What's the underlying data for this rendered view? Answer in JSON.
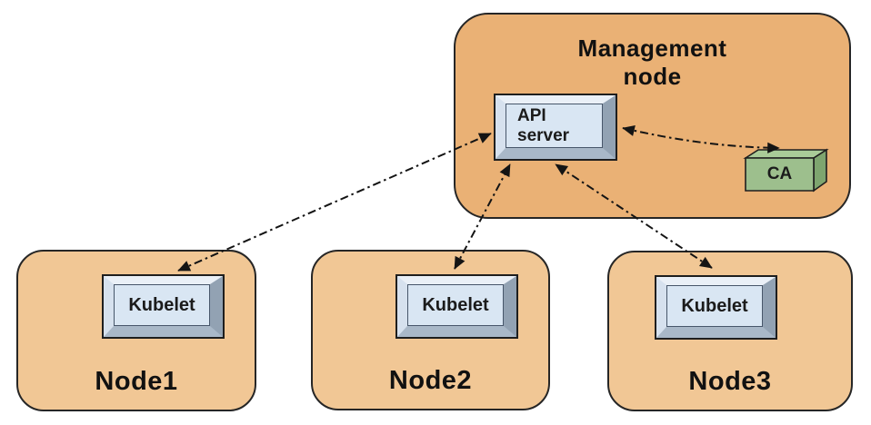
{
  "diagram": {
    "management_node": {
      "title": "Management node",
      "title_lines": [
        "Management",
        "node"
      ],
      "api_server": {
        "label": "API server",
        "lines": [
          "API",
          "server"
        ]
      },
      "ca": {
        "label": "CA"
      }
    },
    "worker_nodes": [
      {
        "label": "Node1",
        "component": "Kubelet"
      },
      {
        "label": "Node2",
        "component": "Kubelet"
      },
      {
        "label": "Node3",
        "component": "Kubelet"
      }
    ],
    "connections": [
      {
        "from": "API server",
        "to": "Kubelet (Node1)",
        "style": "dash-dot",
        "arrows": "both-ends"
      },
      {
        "from": "API server",
        "to": "Kubelet (Node2)",
        "style": "dash-dot",
        "arrows": "both-ends"
      },
      {
        "from": "API server",
        "to": "Kubelet (Node3)",
        "style": "dash-dot",
        "arrows": "both-ends"
      },
      {
        "from": "API server",
        "to": "CA",
        "style": "dash-dot",
        "arrows": "both-ends"
      }
    ],
    "colors": {
      "management_node_fill": "#EAB175",
      "worker_node_fill": "#F1C795",
      "component_box_face": "#D9E6F3",
      "ca_front": "#9DBF8D",
      "ca_top": "#A9CB98",
      "ca_side": "#7EA56F",
      "outline": "#262626",
      "arrow": "#141414",
      "background": "#FFFFFF"
    }
  }
}
